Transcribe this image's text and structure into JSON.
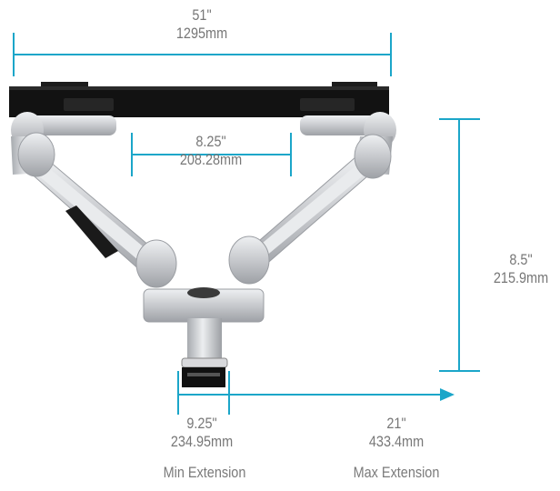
{
  "colors": {
    "dimension_line": "#1ba6c9",
    "label_text": "#777777",
    "arm_metal": "#c9cbcf",
    "monitor_bar": "#111111"
  },
  "dimensions": {
    "total_width": {
      "imperial": "51\"",
      "metric": "1295mm"
    },
    "vesa_gap": {
      "imperial": "8.25\"",
      "metric": "208.28mm"
    },
    "height": {
      "imperial": "8.5\"",
      "metric": "215.9mm"
    },
    "min_extension": {
      "imperial": "9.25\"",
      "metric": "234.95mm",
      "caption": "Min Extension"
    },
    "max_extension": {
      "imperial": "21\"",
      "metric": "433.4mm",
      "caption": "Max Extension"
    }
  }
}
